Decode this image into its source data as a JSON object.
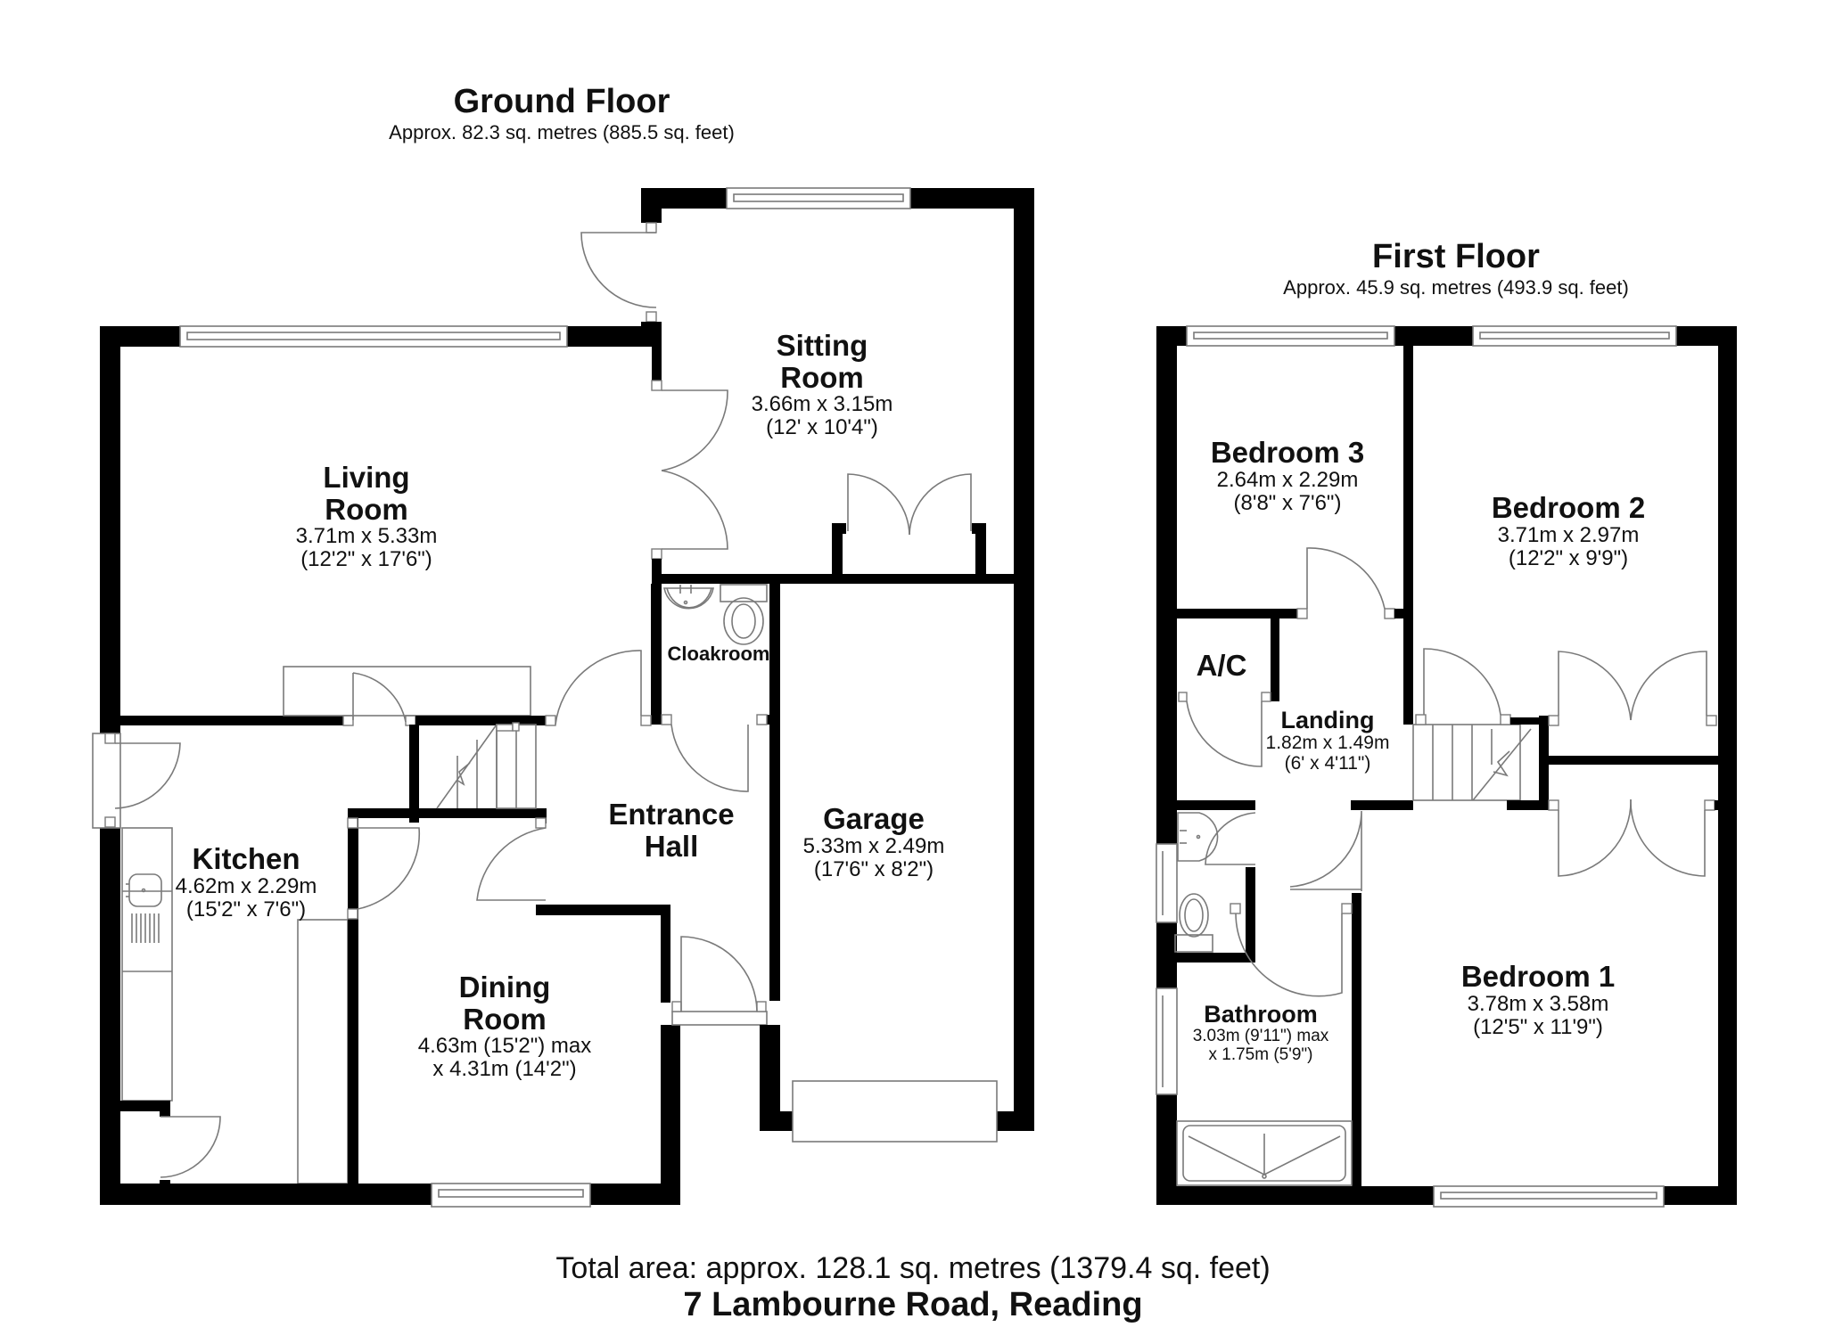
{
  "ground_floor": {
    "title": "Ground Floor",
    "area": "Approx. 82.3 sq. metres (885.5 sq. feet)",
    "rooms": {
      "living_room": {
        "name_line1": "Living",
        "name_line2": "Room",
        "dim_m": "3.71m x 5.33m",
        "dim_ft": "(12'2\" x 17'6\")"
      },
      "sitting_room": {
        "name_line1": "Sitting",
        "name_line2": "Room",
        "dim_m": "3.66m x 3.15m",
        "dim_ft": "(12' x 10'4\")"
      },
      "cloakroom": {
        "name": "Cloakroom"
      },
      "entrance_hall": {
        "name_line1": "Entrance",
        "name_line2": "Hall"
      },
      "garage": {
        "name": "Garage",
        "dim_m": "5.33m x 2.49m",
        "dim_ft": "(17'6\" x 8'2\")"
      },
      "kitchen": {
        "name": "Kitchen",
        "dim_m": "4.62m x 2.29m",
        "dim_ft": "(15'2\" x 7'6\")"
      },
      "dining_room": {
        "name_line1": "Dining",
        "name_line2": "Room",
        "dim_line1": "4.63m (15'2\") max",
        "dim_line2": "x 4.31m (14'2\")"
      }
    }
  },
  "first_floor": {
    "title": "First Floor",
    "area": "Approx. 45.9 sq. metres (493.9 sq. feet)",
    "rooms": {
      "bedroom_3": {
        "name": "Bedroom 3",
        "dim_m": "2.64m x 2.29m",
        "dim_ft": "(8'8\" x 7'6\")"
      },
      "bedroom_2": {
        "name": "Bedroom 2",
        "dim_m": "3.71m x 2.97m",
        "dim_ft": "(12'2\" x 9'9\")"
      },
      "airing_cupboard": {
        "name": "A/C"
      },
      "landing": {
        "name": "Landing",
        "dim_m": "1.82m x 1.49m",
        "dim_ft": "(6' x 4'11\")"
      },
      "bathroom": {
        "name": "Bathroom",
        "dim_line1": "3.03m (9'11\") max",
        "dim_line2": "x 1.75m (5'9\")"
      },
      "bedroom_1": {
        "name": "Bedroom 1",
        "dim_m": "3.78m x 3.58m",
        "dim_ft": "(12'5\" x 11'9\")"
      }
    }
  },
  "footer": {
    "total_area": "Total area: approx. 128.1 sq. metres (1379.4 sq. feet)",
    "address": "7 Lambourne Road, Reading"
  },
  "colors": {
    "wall": "#000000",
    "fixture_line": "#7a7a7a",
    "background": "#ffffff"
  }
}
